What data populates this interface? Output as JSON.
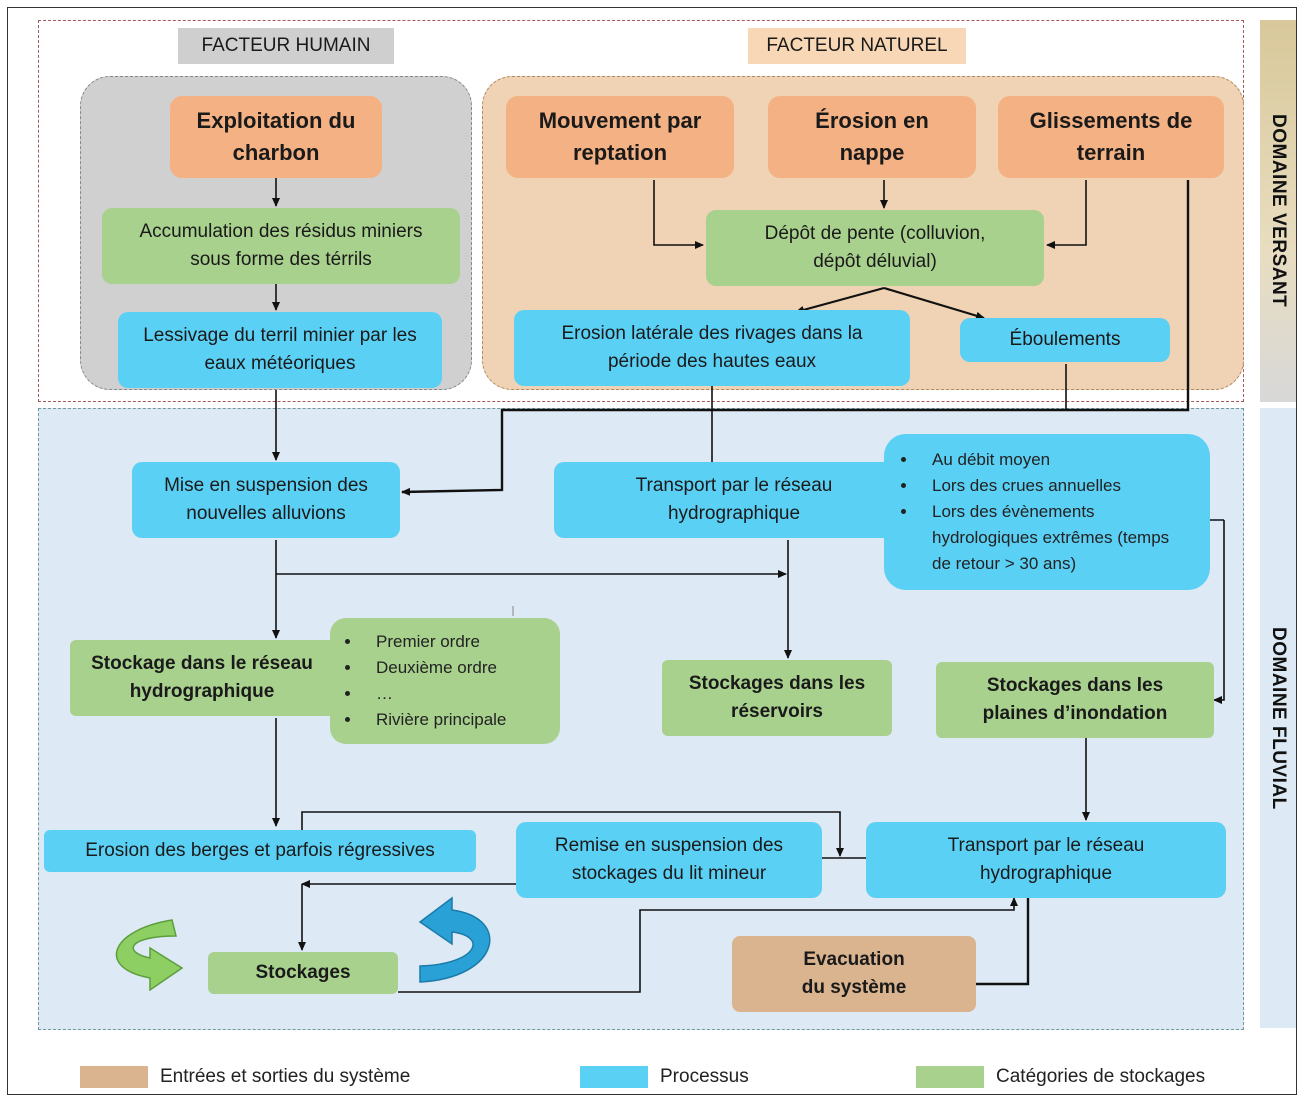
{
  "headers": {
    "human": "FACTEUR HUMAIN",
    "natural": "FACTEUR NATUREL"
  },
  "domains": {
    "versant": "DOMAINE VERSANT",
    "fluvial": "DOMAINE FLUVIAL"
  },
  "nodes": {
    "exploitation": "Exploitation du charbon",
    "accumulation": "Accumulation des résidus miniers sous forme des térrils",
    "lessivage": "Lessivage du terril minier par les eaux météoriques",
    "mouvement": "Mouvement par reptation",
    "erosion_nappe": "Érosion en nappe",
    "glissements": "Glissements de terrain",
    "depot_pente": "Dépôt de pente (colluvion, dépôt déluvial)",
    "erosion_laterale": "Erosion latérale des rivages dans la période des hautes eaux",
    "eboulements": "Éboulements",
    "mise_suspension": "Mise en suspension des nouvelles alluvions",
    "transport_1": "Transport par le réseau hydrographique",
    "stockage_reseau": "Stockage dans le réseau hydrographique",
    "stockages_reservoirs": "Stockages dans les réservoirs",
    "stockages_plaines": "Stockages dans les plaines d’inondation",
    "erosion_berges": "Erosion des berges et parfois régressives",
    "remise_suspension": "Remise en suspension des stockages du lit mineur",
    "transport_2": "Transport par le réseau hydrographique",
    "stockages": "Stockages",
    "evacuation": "Evacuation du système"
  },
  "flow_conditions": [
    "Au débit moyen",
    "Lors des crues annuelles",
    "Lors des évènements hydrologiques extrêmes (temps de retour > 30 ans)"
  ],
  "stream_orders": [
    "Premier ordre",
    "Deuxième ordre",
    "…",
    "Rivière principale"
  ],
  "legend": [
    {
      "label": "Entrées et sorties du système",
      "color": "#d9b48f"
    },
    {
      "label": "Processus",
      "color": "#5bd0f5"
    },
    {
      "label": "Catégories de stockages",
      "color": "#a9d18e"
    }
  ],
  "colors": {
    "input_output": "#d9b48f",
    "process": "#5bd0f5",
    "storage": "#a9d18e",
    "source": "#f4b183",
    "human_zone": "#d0d0d0",
    "natural_zone": "#efd3b4",
    "fluvial_zone": "#dde9f4"
  }
}
